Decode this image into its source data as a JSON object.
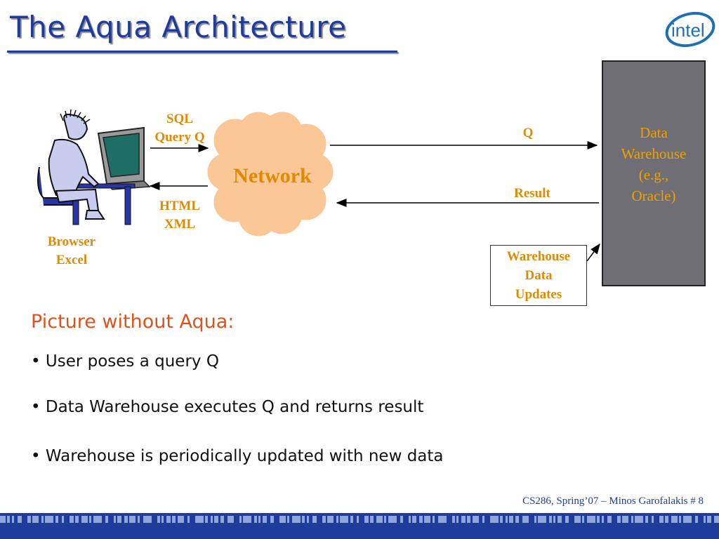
{
  "slide": {
    "title": "The Aqua Architecture",
    "logo_text": "intel",
    "diagram": {
      "sql_query": [
        "SQL",
        "Query Q"
      ],
      "html_xml": [
        "HTML",
        "XML"
      ],
      "network": "Network",
      "browser_excel": [
        "Browser",
        "Excel"
      ],
      "q_label": "Q",
      "result_label": "Result",
      "data_warehouse": [
        "Data",
        "Warehouse",
        "(e.g.,",
        "Oracle)"
      ],
      "warehouse_updates": [
        "Warehouse",
        "Data",
        "Updates"
      ]
    },
    "subheading": "Picture without Aqua:",
    "bullets": [
      "• User poses a query Q",
      "• Data Warehouse executes Q and returns result",
      "• Warehouse is periodically updated with new data"
    ],
    "footer": "CS286, Spring’07 – Minos Garofalakis   # 8"
  },
  "colors": {
    "title": "#1f3c9b",
    "label_orange": "#e08a00",
    "subheading": "#e0521c",
    "cloud_fill": "#fcc796",
    "warehouse_fill": "#6e6e74",
    "bar_blue": "#1f3c9b"
  },
  "icons": [
    "intel-logo-icon",
    "user-at-computer-icon",
    "network-cloud-icon"
  ]
}
